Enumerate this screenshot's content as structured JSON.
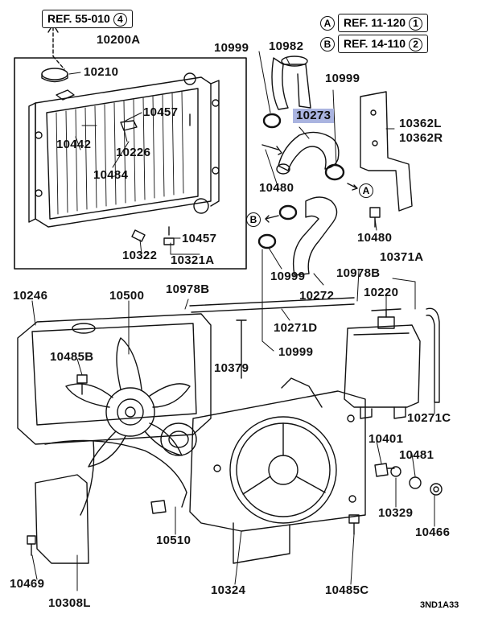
{
  "references": [
    {
      "letter": "",
      "text": "REF. 55-010",
      "num": "4"
    },
    {
      "letter": "A",
      "text": "REF. 11-120",
      "num": "1"
    },
    {
      "letter": "B",
      "text": "REF. 14-110",
      "num": "2"
    }
  ],
  "arrow_badges": [
    "A",
    "B"
  ],
  "parts": {
    "p10200A": "10200A",
    "p10210": "10210",
    "p10457a": "10457",
    "p10442": "10442",
    "p10226": "10226",
    "p10484": "10484",
    "p10322": "10322",
    "p10457b": "10457",
    "p10321A": "10321A",
    "p10999a": "10999",
    "p10982": "10982",
    "p10999b": "10999",
    "p10273": "10273",
    "p10362L": "10362L",
    "p10362R": "10362R",
    "p10480a": "10480",
    "p10480b": "10480",
    "p10999c": "10999",
    "p10272": "10272",
    "p10978Ba": "10978B",
    "p10371A": "10371A",
    "p10220": "10220",
    "p10246": "10246",
    "p10500": "10500",
    "p10978Bb": "10978B",
    "p10485B": "10485B",
    "p10271D": "10271D",
    "p10999d": "10999",
    "p10379": "10379",
    "p10271C": "10271C",
    "p10401": "10401",
    "p10481": "10481",
    "p10329": "10329",
    "p10466": "10466",
    "p10510": "10510",
    "p10469": "10469",
    "p10308L": "10308L",
    "p10324": "10324",
    "p10485C": "10485C"
  },
  "highlight_color": "#aab4e0",
  "diagram_code": "3ND1A33"
}
